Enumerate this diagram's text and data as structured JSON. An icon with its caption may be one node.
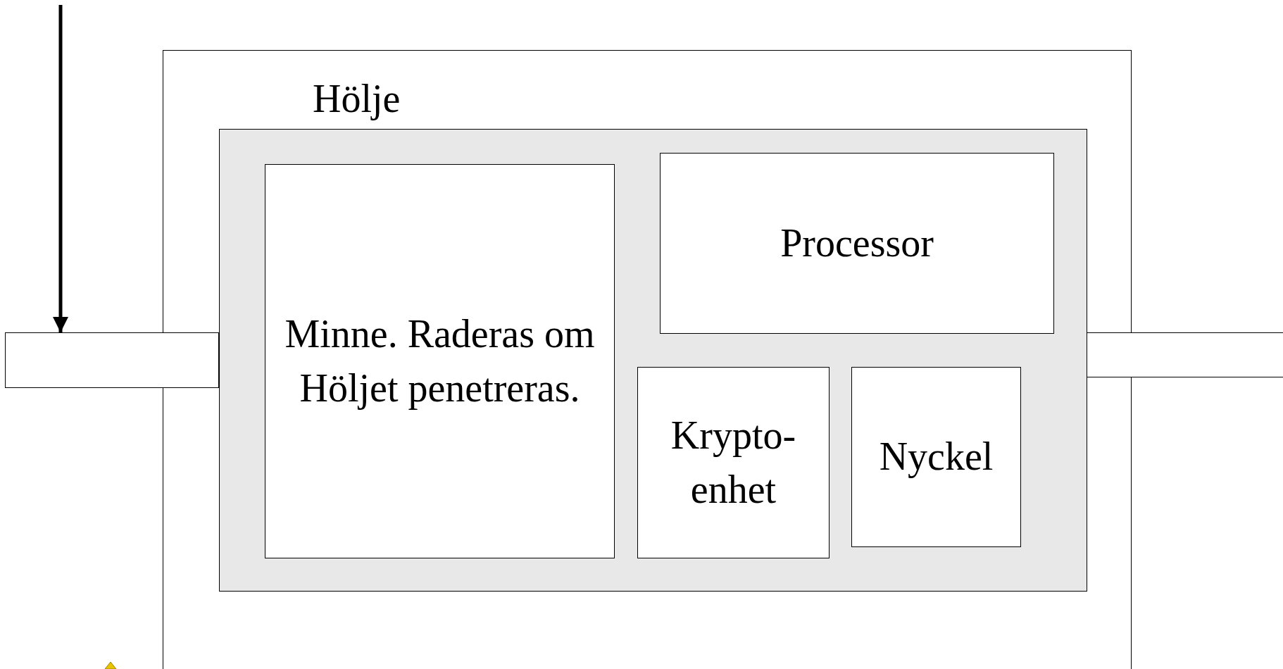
{
  "diagram": {
    "nodes": [
      {
        "text": [
          "Hölje"
        ]
      },
      {
        "text": [],
        "shape": "box",
        "in": 0
      },
      {
        "text": [
          "Minne. Raderas om Höljet penetreras."
        ],
        "in": 1
      },
      {
        "text": [
          "Processor"
        ],
        "in": 1
      },
      {
        "text": [
          "Krypto- enhet"
        ],
        "in": 1
      },
      {
        "text": [
          "Nyckel"
        ],
        "in": 1
      },
      {
        "text": [],
        "shape": "box"
      },
      {
        "text": [],
        "shape": "box"
      }
    ],
    "edges": [
      {
        "from": null,
        "to": 6,
        "arrow": "to"
      }
    ]
  }
}
